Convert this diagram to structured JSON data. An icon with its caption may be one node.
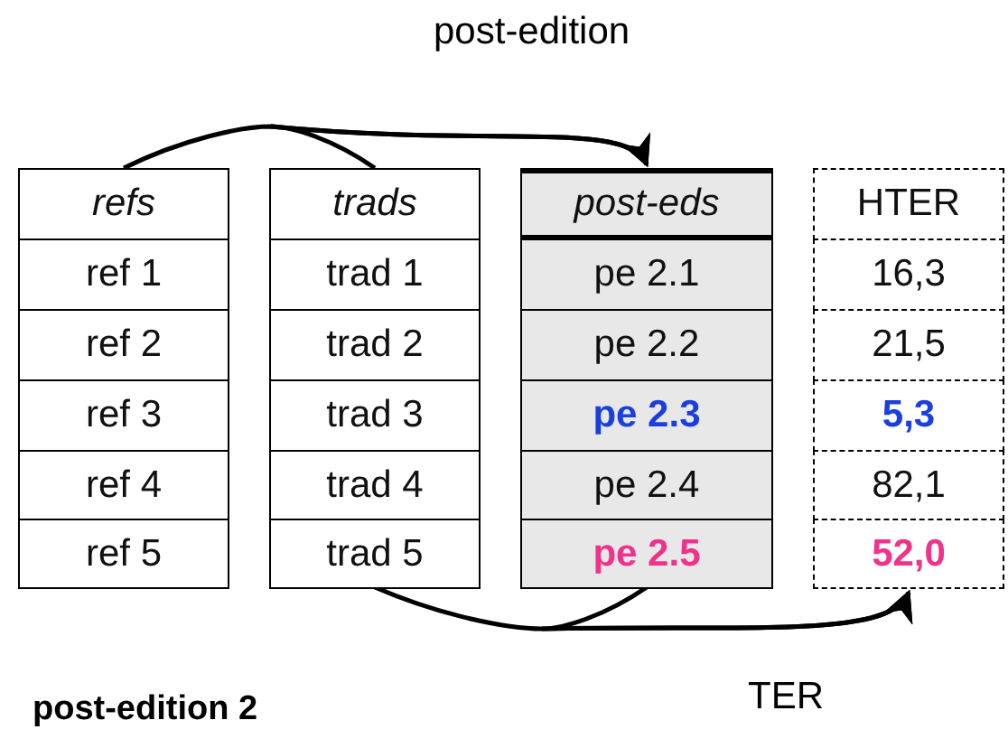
{
  "diagram": {
    "nodes": [
      {
        "text": [
          "refs"
        ]
      },
      {
        "text": [
          "ref 1"
        ]
      },
      {
        "text": [
          "ref 2"
        ]
      },
      {
        "text": [
          "ref 3"
        ]
      },
      {
        "text": [
          "ref 4"
        ]
      },
      {
        "text": [
          "ref 5"
        ]
      },
      {
        "text": [
          "trads"
        ]
      },
      {
        "text": [
          "trad 1"
        ]
      },
      {
        "text": [
          "trad 2"
        ]
      },
      {
        "text": [
          "trad 3"
        ]
      },
      {
        "text": [
          "trad 4"
        ]
      },
      {
        "text": [
          "trad 5"
        ]
      },
      {
        "text": [
          "post-eds"
        ]
      },
      {
        "text": [
          "pe 2.1"
        ]
      },
      {
        "text": [
          "pe 2.2"
        ]
      },
      {
        "text": [
          "pe 2.3"
        ]
      },
      {
        "text": [
          "pe 2.4"
        ]
      },
      {
        "text": [
          "pe 2.5"
        ]
      },
      {
        "text": [
          "HTER"
        ]
      },
      {
        "text": [
          "16,3"
        ]
      },
      {
        "text": [
          "21,5"
        ]
      },
      {
        "text": [
          "5,3"
        ]
      },
      {
        "text": [
          "82,1"
        ]
      },
      {
        "text": [
          "52,0"
        ]
      }
    ],
    "edges": [
      {
        "from": 0,
        "to": 12,
        "arrow": "to",
        "label": "post-edition"
      },
      {
        "from": 6,
        "to": 12,
        "arrow": "to"
      },
      {
        "from": 11,
        "to": 23,
        "arrow": "to",
        "label": "TER"
      },
      {
        "from": 17,
        "to": 23,
        "arrow": "to"
      }
    ],
    "labels": [
      "post-edition 2"
    ]
  }
}
